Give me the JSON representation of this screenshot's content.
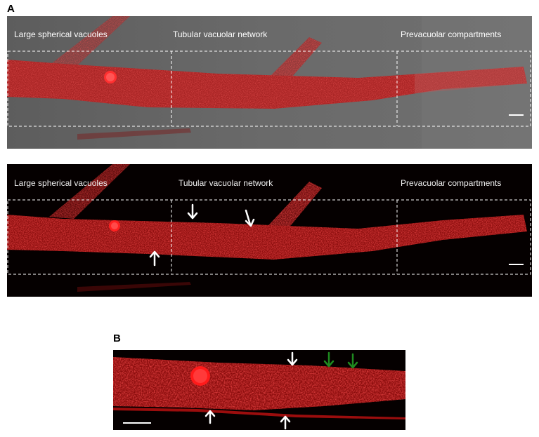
{
  "panels": {
    "a_letter": "A",
    "b_letter": "B"
  },
  "regions": {
    "left": "Large spherical vacuoles",
    "middle": "Tubular vacuolar network",
    "right": "Prevacuolar compartments"
  },
  "colors": {
    "fluorescence": "#e0141c",
    "merge_background": "#6e6e6e",
    "dark_background": "#050000",
    "arrow_white": "#ffffff",
    "arrow_green": "#1f8a1f"
  }
}
